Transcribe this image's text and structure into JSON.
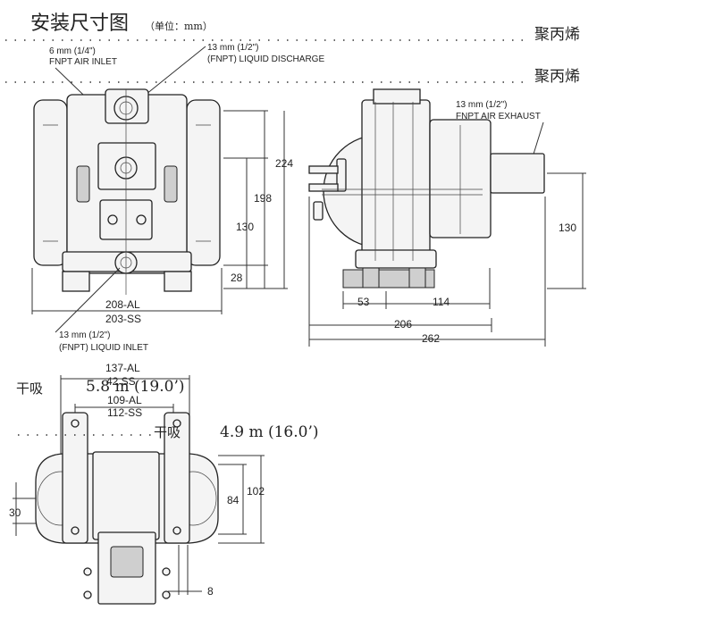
{
  "header": {
    "title": "安装尺寸图",
    "unit": "（单位：mm）"
  },
  "materials": {
    "row1": "聚丙烯",
    "row2": "聚丙烯"
  },
  "front_view": {
    "air_inlet_size": "6 mm (1/4\")",
    "air_inlet_label": "FNPT AIR INLET",
    "discharge_size": "13 mm (1/2\")",
    "discharge_label": "(FNPT) LIQUID DISCHARGE",
    "liquid_inlet_size": "13 mm (1/2\")",
    "liquid_inlet_label": "(FNPT) LIQUID INLET",
    "dim_224": "224",
    "dim_198": "198",
    "dim_130": "130",
    "dim_28": "28",
    "width_al": "208-AL",
    "width_ss": "203-SS"
  },
  "side_view": {
    "exhaust_size": "13 mm (1/2\")",
    "exhaust_label": "FNPT AIR EXHAUST",
    "dim_130": "130",
    "dim_53": "53",
    "dim_114": "114",
    "dim_206": "206",
    "dim_262": "262"
  },
  "bottom_view": {
    "width_137_al": "137-AL",
    "width_ss_overlap": "42 SS",
    "width_109_al": "109-AL",
    "width_112_ss": "112-SS",
    "dim_102": "102",
    "dim_84": "84",
    "dim_30": "30",
    "dim_8": "8"
  },
  "suction": {
    "label1": "干吸",
    "value1": "5.8 m (19.0’)",
    "label2": "干吸",
    "value2": "4.9 m (16.0’)"
  }
}
